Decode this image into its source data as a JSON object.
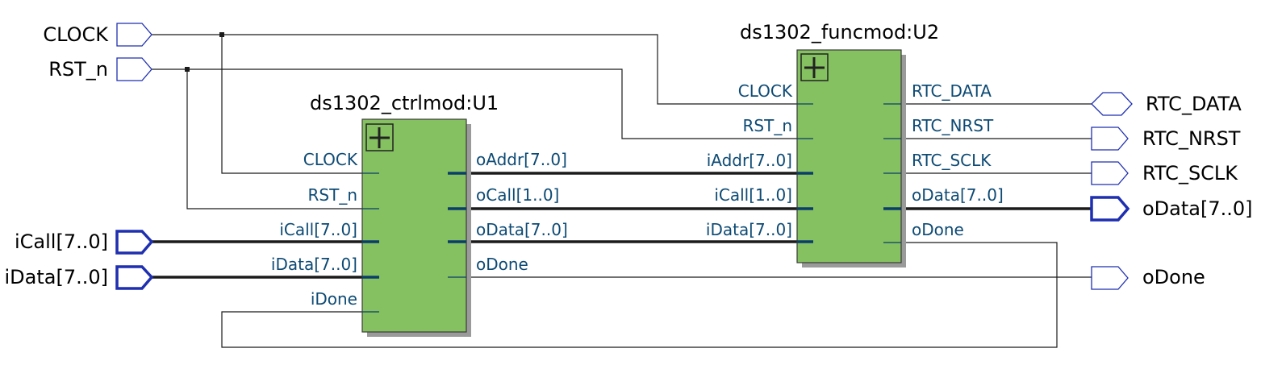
{
  "inputs": {
    "clock": "CLOCK",
    "rst_n": "RST_n",
    "icall": "iCall[7..0]",
    "idata": "iData[7..0]"
  },
  "outputs": {
    "rtc_data": "RTC_DATA",
    "rtc_nrst": "RTC_NRST",
    "rtc_sclk": "RTC_SCLK",
    "odata": "oData[7..0]",
    "odone": "oDone"
  },
  "u1": {
    "title": "ds1302_ctrlmod:U1",
    "in": {
      "clock": "CLOCK",
      "rst_n": "RST_n",
      "icall": "iCall[7..0]",
      "idata": "iData[7..0]",
      "idone": "iDone"
    },
    "out": {
      "oaddr": "oAddr[7..0]",
      "ocall": "oCall[1..0]",
      "odata": "oData[7..0]",
      "odone": "oDone"
    }
  },
  "u2": {
    "title": "ds1302_funcmod:U2",
    "in": {
      "clock": "CLOCK",
      "rst_n": "RST_n",
      "iaddr": "iAddr[7..0]",
      "icall": "iCall[1..0]",
      "idata": "iData[7..0]"
    },
    "out": {
      "rtc_data": "RTC_DATA",
      "rtc_nrst": "RTC_NRST",
      "rtc_sclk": "RTC_SCLK",
      "odata": "oData[7..0]",
      "odone": "oDone"
    }
  },
  "colors": {
    "block": "#85c160",
    "pin": "#1e2fb0",
    "label": "#0d4a74",
    "wire": "#1b1b1b"
  }
}
